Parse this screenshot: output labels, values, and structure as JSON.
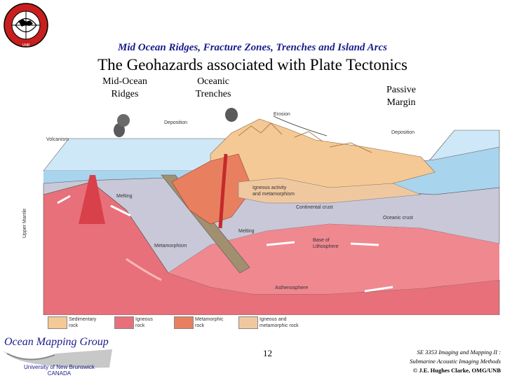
{
  "logo": {
    "text": "SURVEY AND GEOMATICS ENGINEERING · UNB"
  },
  "subtitle": "Mid Ocean Ridges, Fracture Zones, Trenches and Island Arcs",
  "title": "The Geohazards associated with Plate Tectonics",
  "headers": {
    "mid_ocean_ridges": [
      "Mid-Ocean",
      "Ridges"
    ],
    "oceanic_trenches": [
      "Oceanic",
      "Trenches"
    ],
    "passive_margin": [
      "Passive",
      "Margin"
    ]
  },
  "diagram_labels": {
    "volcanism": "Volcanism",
    "deposition_left": "Deposition",
    "erosion": "Erosion",
    "deposition_right": "Deposition",
    "melting_ridge": "Melting",
    "igneous_activity": [
      "Igneous activity",
      "and metamorphism"
    ],
    "continental_crust": "Continental crust",
    "oceanic_crust": "Oceanic crust",
    "melting_slab": "Melting",
    "base_lithosphere": [
      "Base of",
      "Lithosphere"
    ],
    "metamorphism": "Metamorphism",
    "asthenosphere": "Asthenosphere",
    "upper_mantle": "Upper Mantle"
  },
  "legend": [
    {
      "label": [
        "Sedimentary",
        "rock"
      ],
      "color": "#f4c995"
    },
    {
      "label": [
        "Igneous",
        "rock"
      ],
      "color": "#e8707a"
    },
    {
      "label": [
        "Metamorphic",
        "rock"
      ],
      "color": "#e88060"
    },
    {
      "label": [
        "Igneous and",
        "metamorphic rock"
      ],
      "color": "#f0c8a0"
    }
  ],
  "page_number": "12",
  "course": {
    "line1": "SE 3353 Imaging and Mapping II :",
    "line2": "Submarine Acoustic Imaging Methods",
    "line3": "© J.E. Hughes Clarke, OMG/UNB"
  },
  "org": {
    "name": "Ocean Mapping Group",
    "university": "University of New Brunswick",
    "country": "CANADA"
  },
  "colors": {
    "ocean": "#a8d4ee",
    "mantle": "#e8707a",
    "lithosphere": "#c8c8d8",
    "title_blue": "#1a1a8c"
  }
}
